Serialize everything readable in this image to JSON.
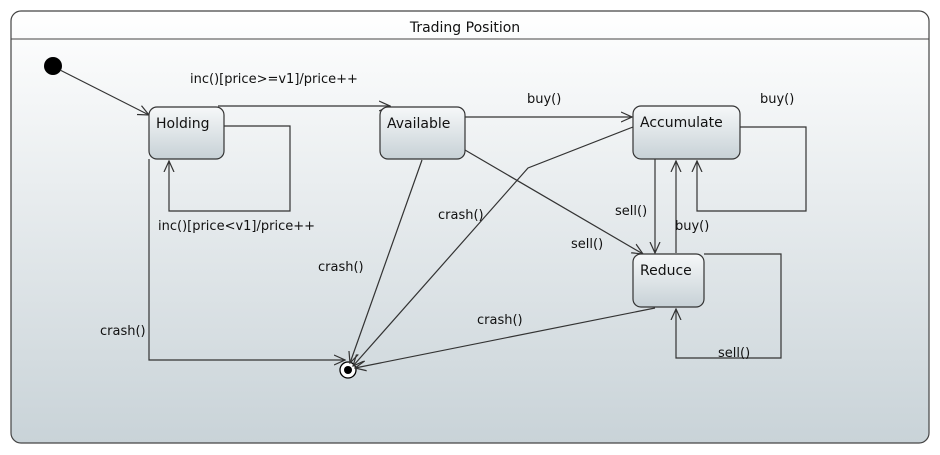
{
  "diagram": {
    "title": "Trading Position",
    "states": {
      "holding": "Holding",
      "available": "Available",
      "accumulate": "Accumulate",
      "reduce": "Reduce"
    },
    "transitions": {
      "holding_to_available": "inc()[price>=v1]/price++",
      "holding_self": "inc()[price<v1]/price++",
      "holding_crash": "crash()",
      "available_to_accumulate": "buy()",
      "available_crash": "crash()",
      "available_to_reduce": "sell()",
      "accumulate_crash": "crash()",
      "accumulate_to_reduce": "sell()",
      "reduce_to_accumulate": "buy()",
      "accumulate_self": "buy()",
      "reduce_self": "sell()",
      "reduce_crash": "crash()"
    }
  }
}
